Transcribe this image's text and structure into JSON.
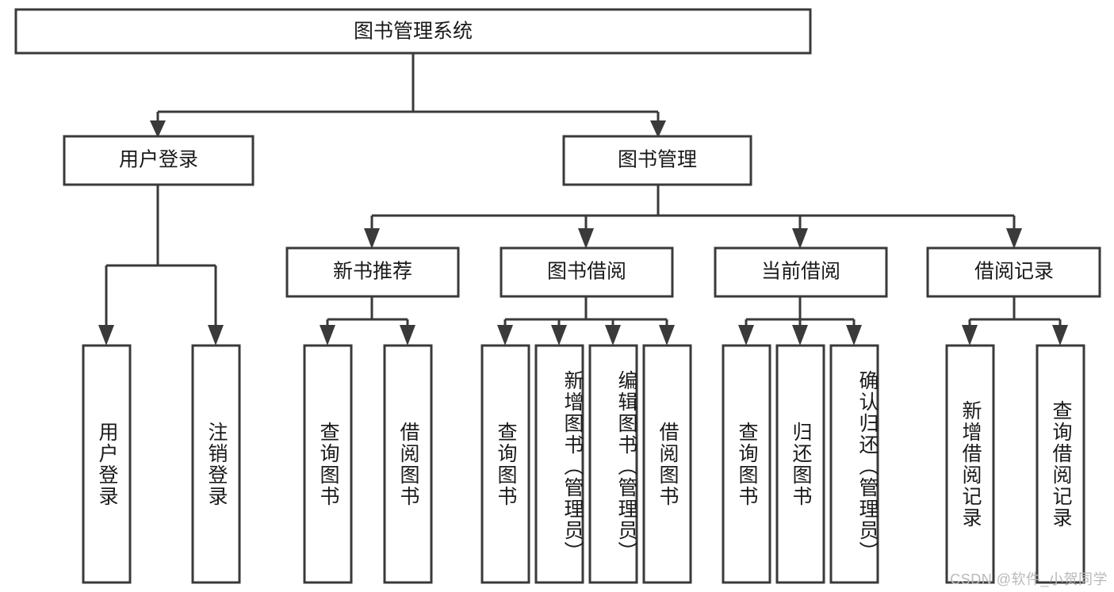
{
  "diagram": {
    "type": "tree",
    "title": "图书管理系统",
    "orientation": "top-down",
    "colors": {
      "stroke": "#3a3a3a",
      "fill": "#ffffff",
      "text": "#1a1a1a",
      "watermark": "#b9b9b9"
    },
    "nodes": {
      "root": {
        "label": "图书管理系统"
      },
      "level2": [
        {
          "label": "用户登录"
        },
        {
          "label": "图书管理"
        }
      ],
      "level3": [
        {
          "label": "新书推荐"
        },
        {
          "label": "图书借阅"
        },
        {
          "label": "当前借阅"
        },
        {
          "label": "借阅记录"
        }
      ],
      "leaves": {
        "user_login": [
          {
            "label": "用户登录"
          },
          {
            "label": "注销登录"
          }
        ],
        "new_book": [
          {
            "label": "查询图书"
          },
          {
            "label": "借阅图书"
          }
        ],
        "book_borrow": [
          {
            "label": "查询图书"
          },
          {
            "label": "新增图书（管理员）"
          },
          {
            "label": "编辑图书（管理员）"
          },
          {
            "label": "借阅图书"
          }
        ],
        "current_borrow": [
          {
            "label": "查询图书"
          },
          {
            "label": "归还图书"
          },
          {
            "label": "确认归还（管理员）"
          }
        ],
        "borrow_record": [
          {
            "label": "新增借阅记录"
          },
          {
            "label": "查询借阅记录"
          }
        ]
      }
    },
    "edges": [
      {
        "from": "图书管理系统",
        "to": "用户登录"
      },
      {
        "from": "图书管理系统",
        "to": "图书管理"
      },
      {
        "from": "图书管理",
        "to": "新书推荐"
      },
      {
        "from": "图书管理",
        "to": "图书借阅"
      },
      {
        "from": "图书管理",
        "to": "当前借阅"
      },
      {
        "from": "图书管理",
        "to": "借阅记录"
      },
      {
        "from": "用户登录",
        "to": "用户登录"
      },
      {
        "from": "用户登录",
        "to": "注销登录"
      },
      {
        "from": "新书推荐",
        "to": "查询图书"
      },
      {
        "from": "新书推荐",
        "to": "借阅图书"
      },
      {
        "from": "图书借阅",
        "to": "查询图书"
      },
      {
        "from": "图书借阅",
        "to": "新增图书（管理员）"
      },
      {
        "from": "图书借阅",
        "to": "编辑图书（管理员）"
      },
      {
        "from": "图书借阅",
        "to": "借阅图书"
      },
      {
        "from": "当前借阅",
        "to": "查询图书"
      },
      {
        "from": "当前借阅",
        "to": "归还图书"
      },
      {
        "from": "当前借阅",
        "to": "确认归还（管理员）"
      },
      {
        "from": "借阅记录",
        "to": "新增借阅记录"
      },
      {
        "from": "借阅记录",
        "to": "查询借阅记录"
      }
    ]
  },
  "watermark": {
    "text": "CSDN @软件_小贺同学"
  }
}
